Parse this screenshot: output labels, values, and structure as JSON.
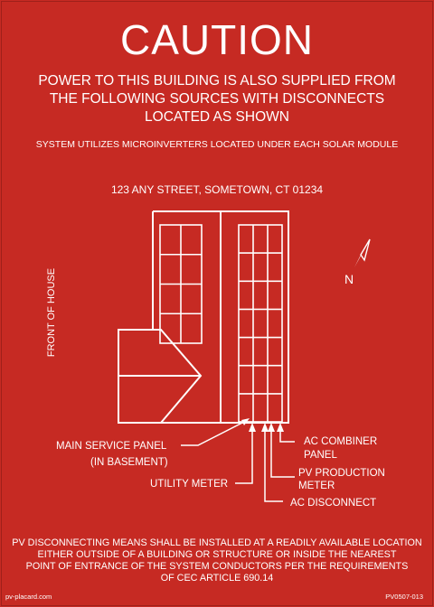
{
  "placard": {
    "title": "CAUTION",
    "subtitle_lines": [
      "POWER TO THIS BUILDING IS ALSO SUPPLIED FROM",
      "THE FOLLOWING SOURCES WITH DISCONNECTS",
      "LOCATED AS SHOWN"
    ],
    "system_note": "SYSTEM UTILIZES MICROINVERTERS LOCATED UNDER EACH SOLAR MODULE",
    "address": "123 ANY STREET, SOMETOWN, CT 01234",
    "footer_lines": [
      "PV DISCONNECTING MEANS SHALL BE INSTALLED AT A READILY AVAILABLE LOCATION",
      "EITHER OUTSIDE OF A BUILDING OR STRUCTURE OR INSIDE THE NEAREST",
      "POINT OF ENTRANCE OF THE SYSTEM CONDUCTORS PER THE REQUIREMENTS",
      "OF CEC ARTICLE 690.14"
    ],
    "website": "pv-placard.com",
    "part_number": "PV0507-013",
    "background_color": "#c62a23",
    "text_color": "#ffffff"
  },
  "diagram": {
    "front_label": "FRONT OF HOUSE",
    "north_label": "N",
    "labels": {
      "main_service_panel": [
        "MAIN SERVICE PANEL",
        "(IN BASEMENT)"
      ],
      "utility_meter": "UTILITY METER",
      "ac_combiner_panel": [
        "AC COMBINER",
        "PANEL"
      ],
      "pv_production_meter": [
        "PV PRODUCTION",
        "METER"
      ],
      "ac_disconnect": "AC DISCONNECT"
    },
    "icons": [
      "north-arrow-icon",
      "house-outline",
      "solar-panel-array"
    ]
  }
}
